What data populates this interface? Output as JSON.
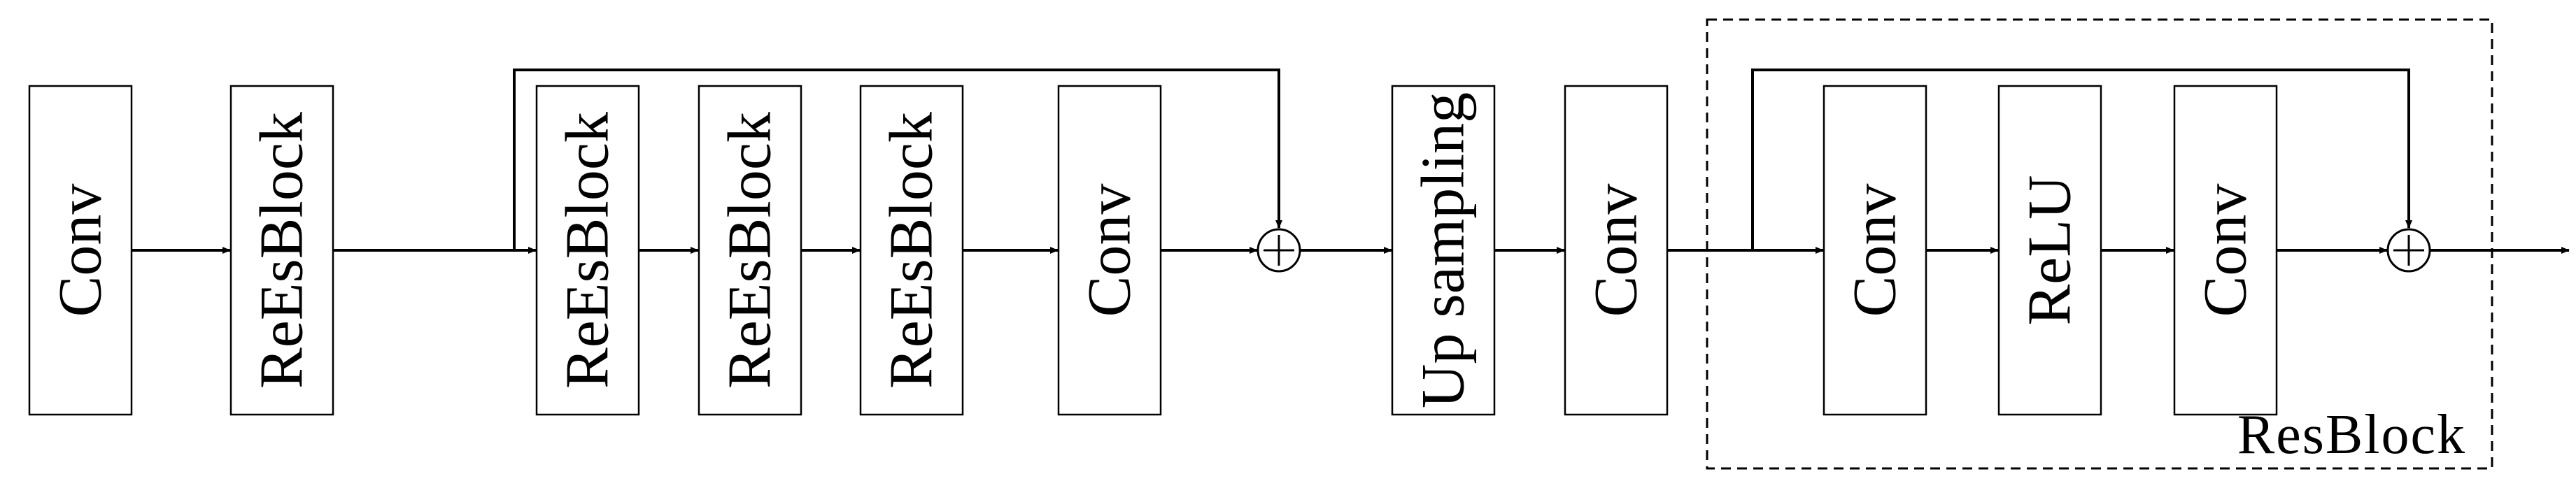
{
  "blocks": [
    {
      "label": "Conv"
    },
    {
      "label": "ReEsBlock"
    },
    {
      "label": "ReEsBlock"
    },
    {
      "label": "ReEsBlock"
    },
    {
      "label": "ReEsBlock"
    },
    {
      "label": "Conv"
    },
    {
      "label": "Up sampling"
    },
    {
      "label": "Conv"
    },
    {
      "label": "Conv"
    },
    {
      "label": "ReLU"
    },
    {
      "label": "Conv"
    }
  ],
  "resblock_label": "ResBlock",
  "icons": {
    "sum": "circled-plus-icon",
    "arrow": "arrowhead-icon"
  }
}
